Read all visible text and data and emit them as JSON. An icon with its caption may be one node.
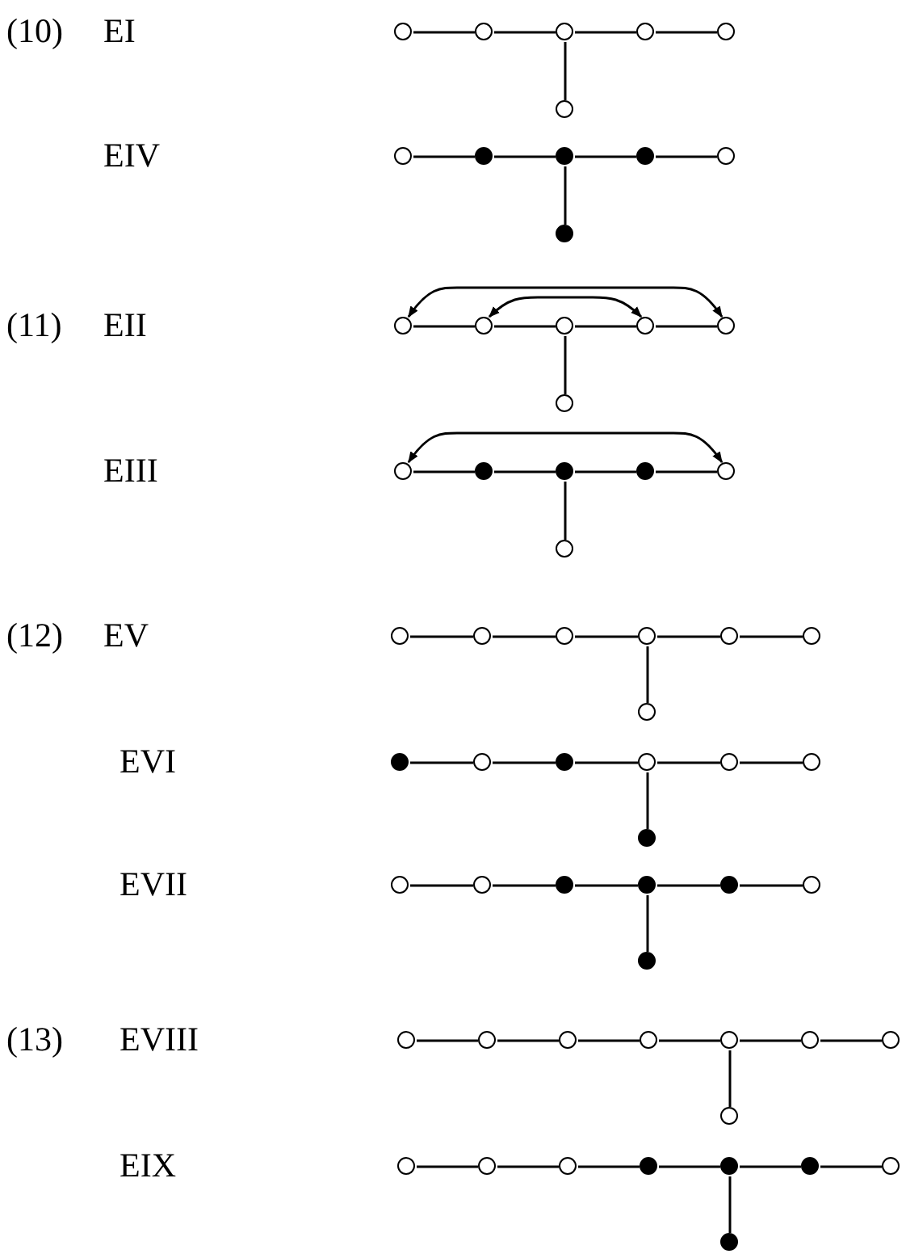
{
  "diagram": {
    "nodes": [
      {
        "text": [],
        "shape": "circle"
      },
      {
        "text": [],
        "shape": "circle"
      },
      {
        "text": [],
        "shape": "circle"
      },
      {
        "text": [],
        "shape": "circle"
      },
      {
        "text": [],
        "shape": "circle"
      },
      {
        "text": [],
        "shape": "circle"
      },
      {
        "text": [],
        "shape": "circle"
      },
      {
        "text": [],
        "shape": "dot"
      },
      {
        "text": [],
        "shape": "dot"
      },
      {
        "text": [],
        "shape": "dot"
      },
      {
        "text": [],
        "shape": "circle"
      },
      {
        "text": [],
        "shape": "dot"
      },
      {
        "text": [],
        "shape": "circle"
      },
      {
        "text": [],
        "shape": "circle"
      },
      {
        "text": [],
        "shape": "circle"
      },
      {
        "text": [],
        "shape": "circle"
      },
      {
        "text": [],
        "shape": "circle"
      },
      {
        "text": [],
        "shape": "circle"
      },
      {
        "text": [],
        "shape": "circle"
      },
      {
        "text": [],
        "shape": "dot"
      },
      {
        "text": [],
        "shape": "dot"
      },
      {
        "text": [],
        "shape": "dot"
      },
      {
        "text": [],
        "shape": "circle"
      },
      {
        "text": [],
        "shape": "circle"
      },
      {
        "text": [],
        "shape": "circle"
      },
      {
        "text": [],
        "shape": "circle"
      },
      {
        "text": [],
        "shape": "circle"
      },
      {
        "text": [],
        "shape": "circle"
      },
      {
        "text": [],
        "shape": "circle"
      },
      {
        "text": [],
        "shape": "circle"
      },
      {
        "text": [],
        "shape": "circle"
      },
      {
        "text": [],
        "shape": "dot"
      },
      {
        "text": [],
        "shape": "circle"
      },
      {
        "text": [],
        "shape": "dot"
      },
      {
        "text": [],
        "shape": "circle"
      },
      {
        "text": [],
        "shape": "circle"
      },
      {
        "text": [],
        "shape": "circle"
      },
      {
        "text": [],
        "shape": "dot"
      },
      {
        "text": [],
        "shape": "circle"
      },
      {
        "text": [],
        "shape": "circle"
      },
      {
        "text": [],
        "shape": "dot"
      },
      {
        "text": [],
        "shape": "dot"
      },
      {
        "text": [],
        "shape": "dot"
      },
      {
        "text": [],
        "shape": "circle"
      },
      {
        "text": [],
        "shape": "dot"
      },
      {
        "text": [],
        "shape": "circle"
      },
      {
        "text": [],
        "shape": "circle"
      },
      {
        "text": [],
        "shape": "circle"
      },
      {
        "text": [],
        "shape": "circle"
      },
      {
        "text": [],
        "shape": "circle"
      },
      {
        "text": [],
        "shape": "circle"
      },
      {
        "text": [],
        "shape": "circle"
      },
      {
        "text": [],
        "shape": "circle"
      },
      {
        "text": [],
        "shape": "circle"
      },
      {
        "text": [],
        "shape": "circle"
      },
      {
        "text": [],
        "shape": "circle"
      },
      {
        "text": [],
        "shape": "dot"
      },
      {
        "text": [],
        "shape": "dot"
      },
      {
        "text": [],
        "shape": "dot"
      },
      {
        "text": [],
        "shape": "circle"
      },
      {
        "text": [],
        "shape": "dot"
      }
    ],
    "edges": [
      {
        "from": 0,
        "to": 1,
        "arrow": "none"
      },
      {
        "from": 1,
        "to": 2,
        "arrow": "none"
      },
      {
        "from": 2,
        "to": 3,
        "arrow": "none"
      },
      {
        "from": 3,
        "to": 4,
        "arrow": "none"
      },
      {
        "from": 2,
        "to": 5,
        "arrow": "none"
      },
      {
        "from": 6,
        "to": 7,
        "arrow": "none"
      },
      {
        "from": 7,
        "to": 8,
        "arrow": "none"
      },
      {
        "from": 8,
        "to": 9,
        "arrow": "none"
      },
      {
        "from": 9,
        "to": 10,
        "arrow": "none"
      },
      {
        "from": 8,
        "to": 11,
        "arrow": "none"
      },
      {
        "from": 12,
        "to": 13,
        "arrow": "none"
      },
      {
        "from": 13,
        "to": 14,
        "arrow": "none"
      },
      {
        "from": 14,
        "to": 15,
        "arrow": "none"
      },
      {
        "from": 15,
        "to": 16,
        "arrow": "none"
      },
      {
        "from": 14,
        "to": 17,
        "arrow": "none"
      },
      {
        "from": 12,
        "to": 16,
        "arrow": "both"
      },
      {
        "from": 13,
        "to": 15,
        "arrow": "both"
      },
      {
        "from": 18,
        "to": 19,
        "arrow": "none"
      },
      {
        "from": 19,
        "to": 20,
        "arrow": "none"
      },
      {
        "from": 20,
        "to": 21,
        "arrow": "none"
      },
      {
        "from": 21,
        "to": 22,
        "arrow": "none"
      },
      {
        "from": 20,
        "to": 23,
        "arrow": "none"
      },
      {
        "from": 18,
        "to": 22,
        "arrow": "both"
      },
      {
        "from": 24,
        "to": 25,
        "arrow": "none"
      },
      {
        "from": 25,
        "to": 26,
        "arrow": "none"
      },
      {
        "from": 26,
        "to": 27,
        "arrow": "none"
      },
      {
        "from": 27,
        "to": 28,
        "arrow": "none"
      },
      {
        "from": 28,
        "to": 29,
        "arrow": "none"
      },
      {
        "from": 27,
        "to": 30,
        "arrow": "none"
      },
      {
        "from": 31,
        "to": 32,
        "arrow": "none"
      },
      {
        "from": 32,
        "to": 33,
        "arrow": "none"
      },
      {
        "from": 33,
        "to": 34,
        "arrow": "none"
      },
      {
        "from": 34,
        "to": 35,
        "arrow": "none"
      },
      {
        "from": 35,
        "to": 36,
        "arrow": "none"
      },
      {
        "from": 34,
        "to": 37,
        "arrow": "none"
      },
      {
        "from": 38,
        "to": 39,
        "arrow": "none"
      },
      {
        "from": 39,
        "to": 40,
        "arrow": "none"
      },
      {
        "from": 40,
        "to": 41,
        "arrow": "none"
      },
      {
        "from": 41,
        "to": 42,
        "arrow": "none"
      },
      {
        "from": 42,
        "to": 43,
        "arrow": "none"
      },
      {
        "from": 41,
        "to": 44,
        "arrow": "none"
      },
      {
        "from": 45,
        "to": 46,
        "arrow": "none"
      },
      {
        "from": 46,
        "to": 47,
        "arrow": "none"
      },
      {
        "from": 47,
        "to": 48,
        "arrow": "none"
      },
      {
        "from": 48,
        "to": 49,
        "arrow": "none"
      },
      {
        "from": 49,
        "to": 50,
        "arrow": "none"
      },
      {
        "from": 50,
        "to": 51,
        "arrow": "none"
      },
      {
        "from": 49,
        "to": 52,
        "arrow": "none"
      },
      {
        "from": 53,
        "to": 54,
        "arrow": "none"
      },
      {
        "from": 54,
        "to": 55,
        "arrow": "none"
      },
      {
        "from": 55,
        "to": 56,
        "arrow": "none"
      },
      {
        "from": 56,
        "to": 57,
        "arrow": "none"
      },
      {
        "from": 57,
        "to": 58,
        "arrow": "none"
      },
      {
        "from": 58,
        "to": 59,
        "arrow": "none"
      },
      {
        "from": 57,
        "to": 60,
        "arrow": "none"
      }
    ],
    "labels": [
      "(10)",
      "EI",
      "EIV",
      "(11)",
      "EII",
      "EIII",
      "(12)",
      "EV",
      "EVI",
      "EVII",
      "(13)",
      "EVIII",
      "EIX"
    ]
  }
}
